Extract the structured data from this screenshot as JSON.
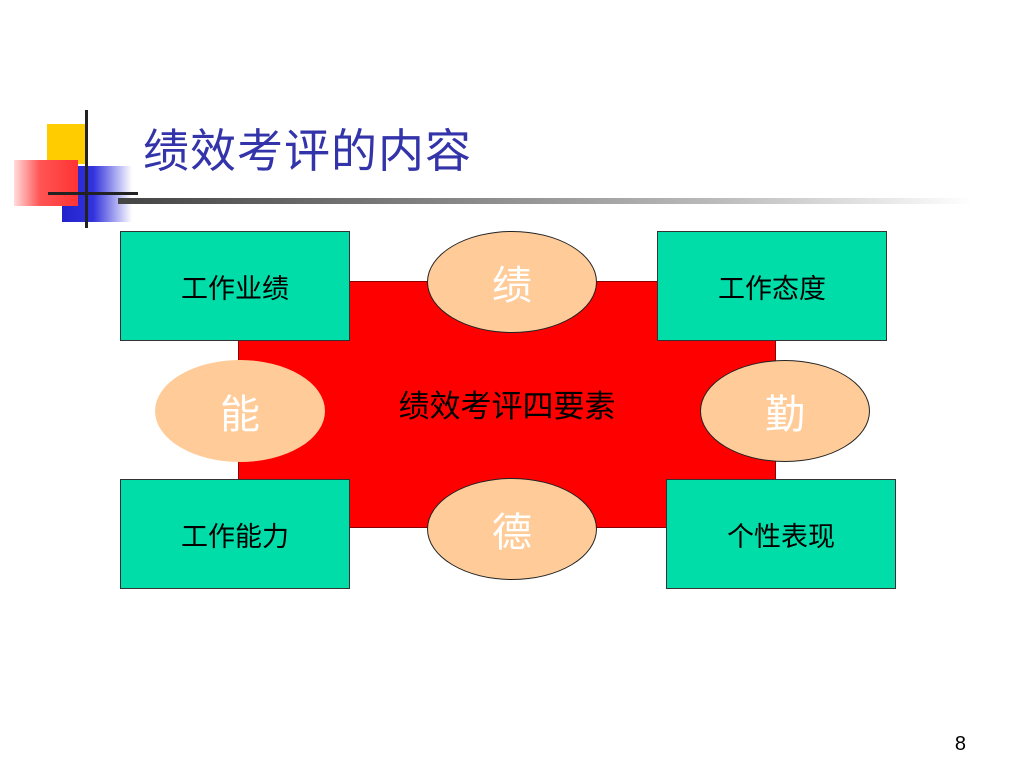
{
  "slide": {
    "title": "绩效考评的内容",
    "page_number": "8"
  },
  "diagram": {
    "center": "绩效考评四要素",
    "boxes": {
      "top_left": "工作业绩",
      "top_right": "工作态度",
      "bottom_left": "工作能力",
      "bottom_right": "个性表现"
    },
    "ovals": {
      "top": "绩",
      "left": "能",
      "right": "勤",
      "bottom": "德"
    }
  },
  "colors": {
    "title": "#3333aa",
    "center_fill": "#ff0000",
    "box_fill": "#00dda8",
    "oval_fill": "#ffcc99"
  }
}
